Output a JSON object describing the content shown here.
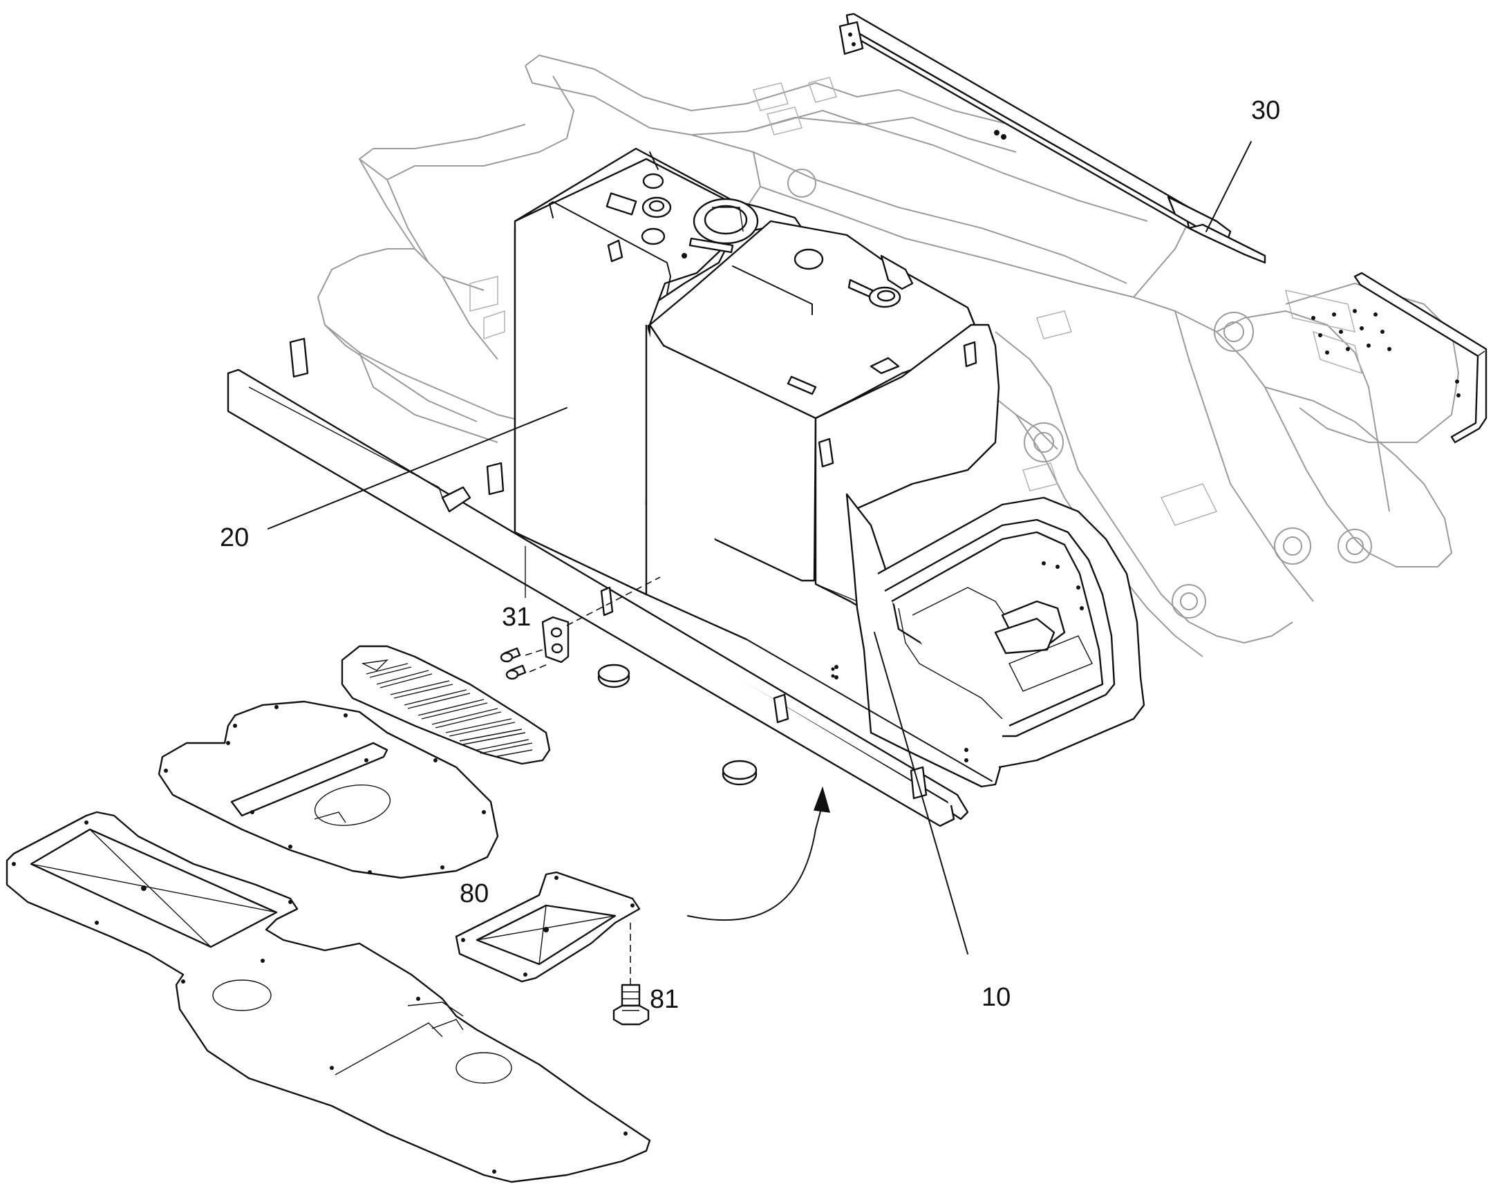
{
  "callouts": [
    {
      "id": "30",
      "label": "30"
    },
    {
      "id": "20",
      "label": "20"
    },
    {
      "id": "31",
      "label": "31"
    },
    {
      "id": "80",
      "label": "80"
    },
    {
      "id": "81",
      "label": "81"
    },
    {
      "id": "10",
      "label": "10"
    }
  ],
  "colors": {
    "ink": "#111111",
    "ghost": "#9a9a9a",
    "background": "#ffffff"
  }
}
